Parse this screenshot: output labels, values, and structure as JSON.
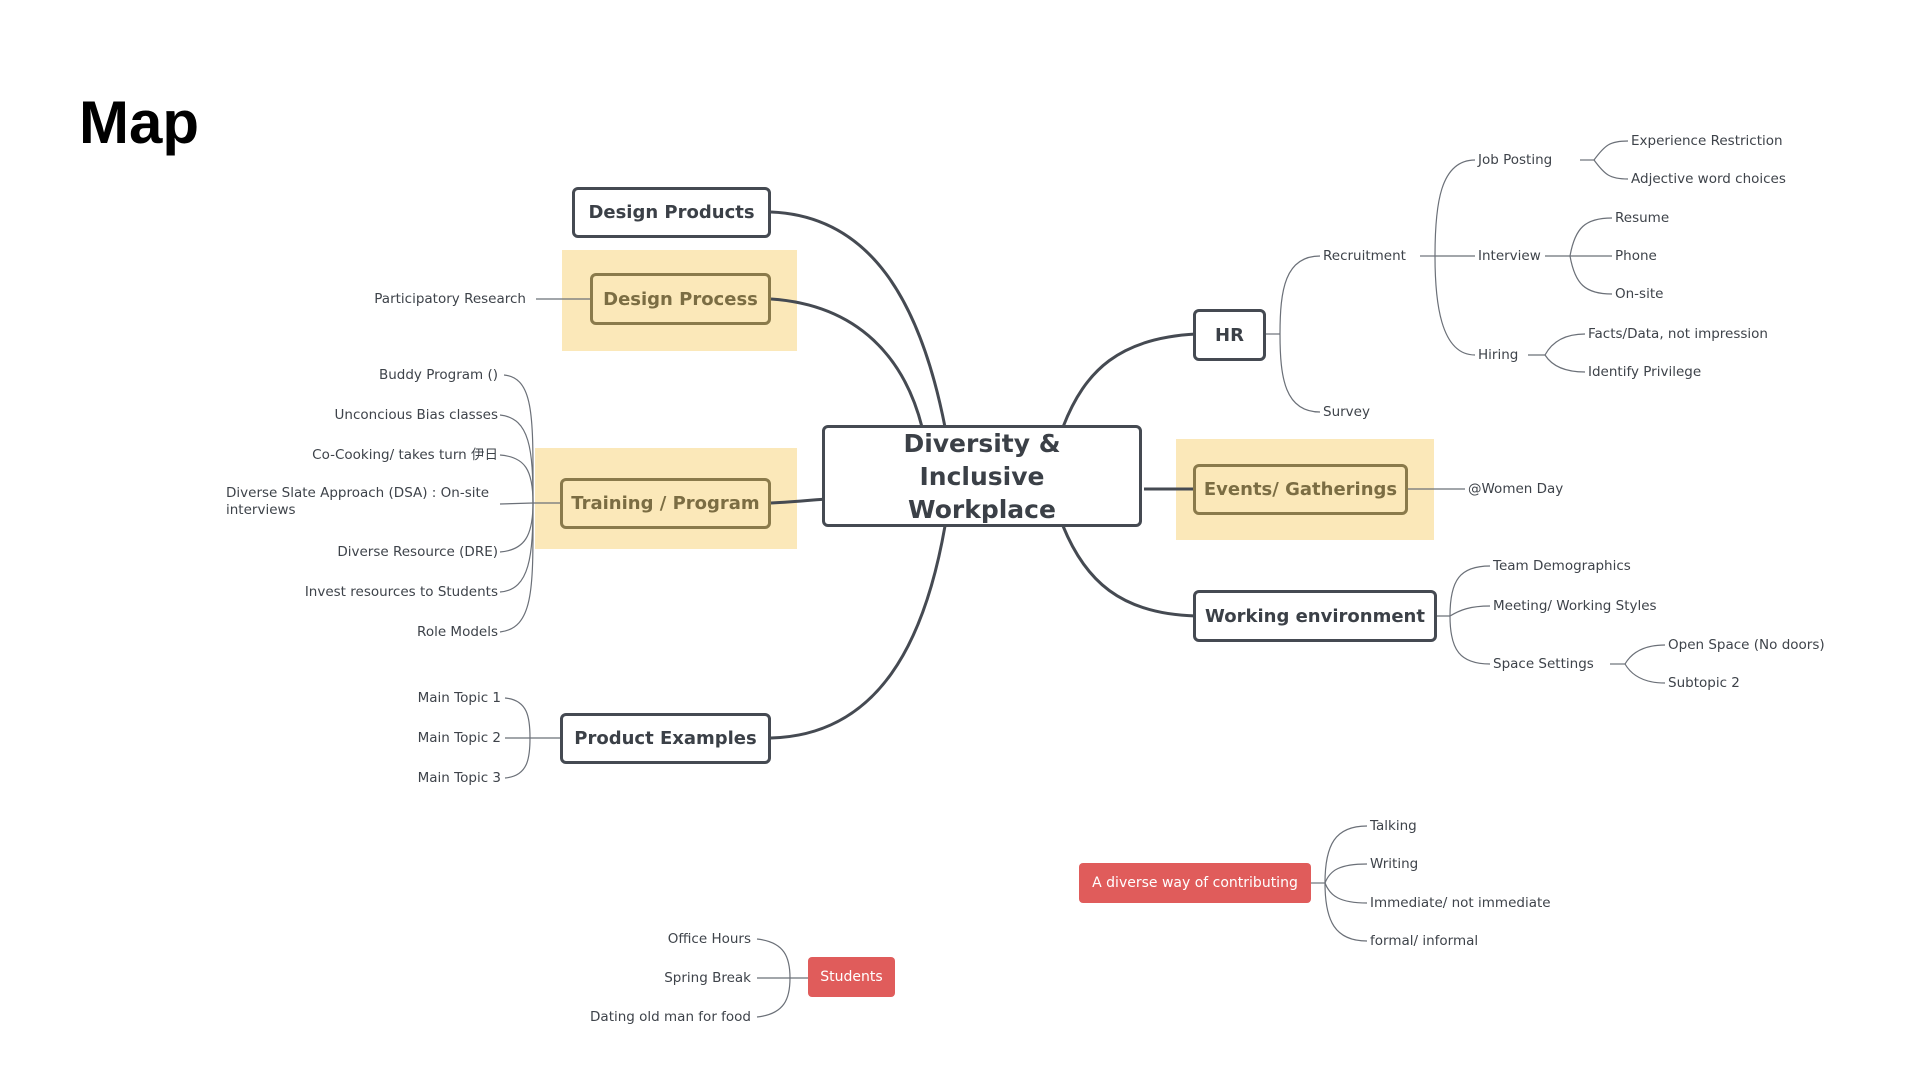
{
  "page": {
    "title": "Map"
  },
  "central": "Diversity & Inclusive Workplace",
  "main_topics": {
    "design_products": "Design Products",
    "design_process": "Design Process",
    "training_program": "Training / Program",
    "product_examples": "Product Examples",
    "hr": "HR",
    "events_gatherings": "Events/ Gatherings",
    "working_environment": "Working environment"
  },
  "design_process_children": [
    "Participatory Research"
  ],
  "training_children": [
    "Buddy Program ()",
    "Unconcious Bias classes",
    "Co-Cooking/ takes turn 伊日",
    "Diverse Slate Approach (DSA) : On-site interviews",
    "Diverse Resource (DRE)",
    "Invest resources to Students",
    "Role Models"
  ],
  "product_examples_children": [
    "Main Topic 1",
    "Main Topic 2",
    "Main Topic 3"
  ],
  "hr": {
    "recruitment": "Recruitment",
    "survey": "Survey",
    "job_posting": "Job Posting",
    "job_posting_children": [
      "Experience Restriction",
      "Adjective word choices"
    ],
    "interview": "Interview",
    "interview_children": [
      "Resume",
      "Phone",
      "On-site"
    ],
    "hiring": "Hiring",
    "hiring_children": [
      "Facts/Data, not impression",
      "Identify Privilege"
    ]
  },
  "events_children": [
    "@Women Day"
  ],
  "working_environment": {
    "team_demographics": "Team Demographics",
    "meeting_styles": "Meeting/ Working Styles",
    "space_settings": "Space Settings",
    "space_settings_children": [
      "Open Space (No doors)",
      "Subtopic 2"
    ]
  },
  "floating": {
    "contributing": {
      "label": "A diverse way of contributing",
      "children": [
        "Talking",
        "Writing",
        "Immediate/ not immediate",
        "formal/ informal"
      ]
    },
    "students": {
      "label": "Students",
      "children": [
        "Office Hours",
        "Spring Break",
        "Dating old man for food"
      ]
    }
  },
  "colors": {
    "node_border": "#454a52",
    "highlight_bg": "#fbe8b9",
    "highlight_text": "#7b6d43",
    "pill_bg": "#e05c5b",
    "leaf_text": "#3e434a"
  }
}
